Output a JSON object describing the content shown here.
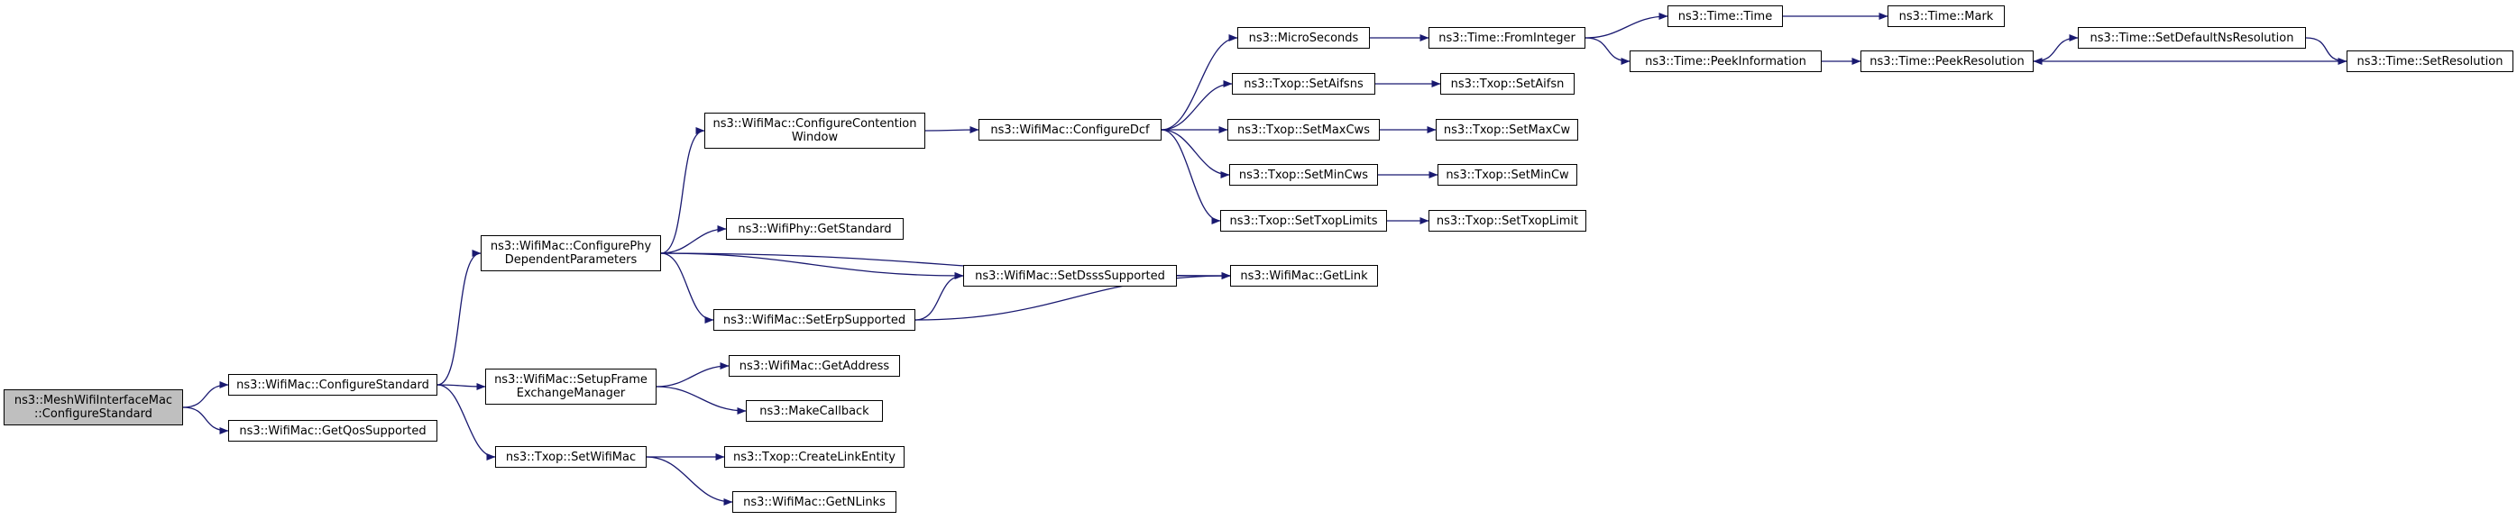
{
  "colors": {
    "edge": "#191970",
    "root_fill": "#bfbfbf",
    "node_fill": "#ffffff",
    "border": "#000000"
  },
  "nodes": {
    "n_root": "ns3::MeshWifiInterfaceMac\n::ConfigureStandard",
    "n_cfgstd": "ns3::WifiMac::ConfigureStandard",
    "n_qos": "ns3::WifiMac::GetQosSupported",
    "n_cfgphy": "ns3::WifiMac::ConfigurePhy\nDependentParameters",
    "n_setupfem": "ns3::WifiMac::SetupFrame\nExchangeManager",
    "n_setwifimac": "ns3::Txop::SetWifiMac",
    "n_cfgcw": "ns3::WifiMac::ConfigureContention\nWindow",
    "n_getstd": "ns3::WifiPhy::GetStandard",
    "n_setdsss": "ns3::WifiMac::SetDsssSupported",
    "n_seterp": "ns3::WifiMac::SetErpSupported",
    "n_getaddr": "ns3::WifiMac::GetAddress",
    "n_makecb": "ns3::MakeCallback",
    "n_createlink": "ns3::Txop::CreateLinkEntity",
    "n_getnlinks": "ns3::WifiMac::GetNLinks",
    "n_cfgdcf": "ns3::WifiMac::ConfigureDcf",
    "n_getlink": "ns3::WifiMac::GetLink",
    "n_micro": "ns3::MicroSeconds",
    "n_setaifsns": "ns3::Txop::SetAifsns",
    "n_setmaxcws": "ns3::Txop::SetMaxCws",
    "n_setmincws": "ns3::Txop::SetMinCws",
    "n_settxoplimits": "ns3::Txop::SetTxopLimits",
    "n_fromint": "ns3::Time::FromInteger",
    "n_setaifsn": "ns3::Txop::SetAifsn",
    "n_setmaxcw": "ns3::Txop::SetMaxCw",
    "n_setmincw": "ns3::Txop::SetMinCw",
    "n_settxoplimit": "ns3::Txop::SetTxopLimit",
    "n_time": "ns3::Time::Time",
    "n_peekinfo": "ns3::Time::PeekInformation",
    "n_mark": "ns3::Time::Mark",
    "n_peekres": "ns3::Time::PeekResolution",
    "n_setdefres": "ns3::Time::SetDefaultNsResolution",
    "n_setres": "ns3::Time::SetResolution"
  },
  "edges": [
    [
      "n_root",
      "n_cfgstd"
    ],
    [
      "n_root",
      "n_qos"
    ],
    [
      "n_cfgstd",
      "n_cfgphy"
    ],
    [
      "n_cfgstd",
      "n_setupfem"
    ],
    [
      "n_cfgstd",
      "n_setwifimac"
    ],
    [
      "n_cfgphy",
      "n_cfgcw"
    ],
    [
      "n_cfgphy",
      "n_getstd"
    ],
    [
      "n_cfgphy",
      "n_getlink"
    ],
    [
      "n_cfgphy",
      "n_setdsss"
    ],
    [
      "n_cfgphy",
      "n_seterp"
    ],
    [
      "n_setdsss",
      "n_getlink"
    ],
    [
      "n_seterp",
      "n_setdsss"
    ],
    [
      "n_seterp",
      "n_getlink"
    ],
    [
      "n_setupfem",
      "n_getaddr"
    ],
    [
      "n_setupfem",
      "n_makecb"
    ],
    [
      "n_setwifimac",
      "n_createlink"
    ],
    [
      "n_setwifimac",
      "n_getnlinks"
    ],
    [
      "n_cfgcw",
      "n_cfgdcf"
    ],
    [
      "n_cfgdcf",
      "n_micro"
    ],
    [
      "n_cfgdcf",
      "n_setaifsns"
    ],
    [
      "n_cfgdcf",
      "n_setmaxcws"
    ],
    [
      "n_cfgdcf",
      "n_setmincws"
    ],
    [
      "n_cfgdcf",
      "n_settxoplimits"
    ],
    [
      "n_micro",
      "n_fromint"
    ],
    [
      "n_setaifsns",
      "n_setaifsn"
    ],
    [
      "n_setmaxcws",
      "n_setmaxcw"
    ],
    [
      "n_setmincws",
      "n_setmincw"
    ],
    [
      "n_settxoplimits",
      "n_settxoplimit"
    ],
    [
      "n_fromint",
      "n_time"
    ],
    [
      "n_fromint",
      "n_peekinfo"
    ],
    [
      "n_time",
      "n_mark"
    ],
    [
      "n_peekinfo",
      "n_peekres"
    ],
    [
      "n_peekres",
      "n_setdefres"
    ],
    [
      "n_setdefres",
      "n_setres"
    ],
    [
      "n_setres",
      "n_peekres"
    ]
  ]
}
